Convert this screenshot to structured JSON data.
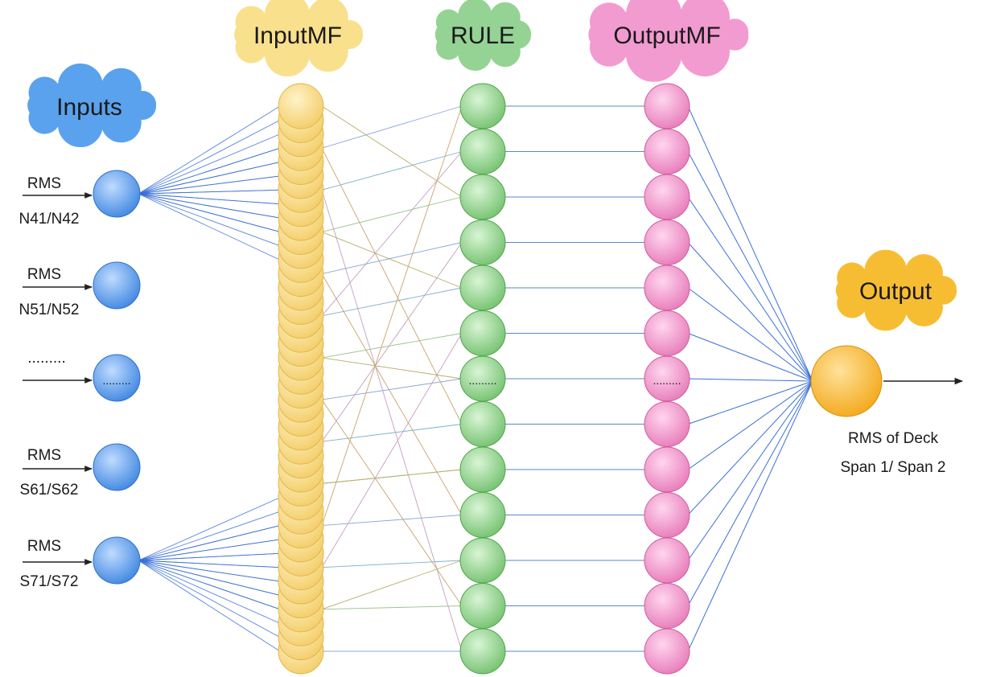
{
  "headers": {
    "inputs": "Inputs",
    "input_mf": "InputMF",
    "rule": "RULE",
    "output_mf": "OutputMF",
    "output": "Output"
  },
  "inputs": [
    {
      "top": "RMS",
      "bottom": "N41/N42",
      "dots": false
    },
    {
      "top": "RMS",
      "bottom": "N51/N52",
      "dots": false
    },
    {
      "top": ".........",
      "bottom": "",
      "dots": true
    },
    {
      "top": "RMS",
      "bottom": "S61/S62",
      "dots": false
    },
    {
      "top": "RMS",
      "bottom": "S71/S72",
      "dots": false
    }
  ],
  "node_dots": ".........",
  "output_label": [
    "RMS of Deck",
    "Span 1/ Span 2"
  ],
  "colors": {
    "input": "#4d95e8",
    "input_mf": "#f7d77c",
    "rule": "#8fd18b",
    "output_mf": "#ef8cc4",
    "output": "#f6b628",
    "cloud_inputs": "#5aa2ee",
    "cloud_input_mf": "#f9e08d",
    "cloud_rule": "#94d394",
    "cloud_output_mf": "#f29bd0",
    "cloud_output": "#f7bd32"
  }
}
